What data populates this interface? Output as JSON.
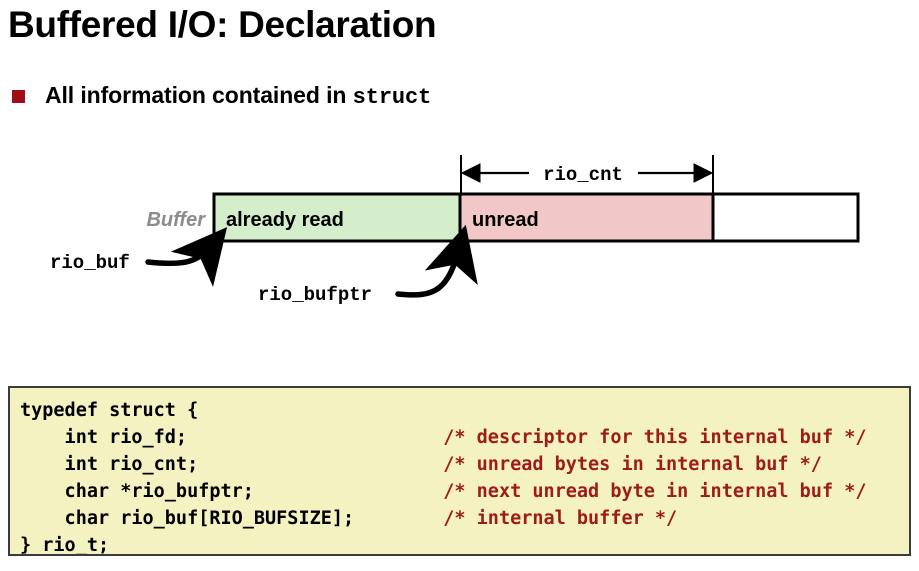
{
  "slide": {
    "title": "Buffered I/O: Declaration"
  },
  "bullet": {
    "marker": "square-bullet-icon",
    "text_before": "All information contained in ",
    "mono_word": "struct"
  },
  "diagram": {
    "buffer_label": "Buffer",
    "segments": [
      {
        "name": "already-read",
        "label": "already read",
        "color": "#d4edcb"
      },
      {
        "name": "unread",
        "label": "unread",
        "color": "#f2c7c7"
      },
      {
        "name": "free",
        "label": "",
        "color": "#ffffff"
      }
    ],
    "measure_label": "rio_cnt",
    "pointers": [
      {
        "name": "rio-buf-pointer",
        "label": "rio_buf"
      },
      {
        "name": "rio-bufptr-pointer",
        "label": "rio_bufptr"
      }
    ]
  },
  "code": {
    "background": "#f4f2c0",
    "comment_color": "#9e1b1b",
    "lines": [
      {
        "code": "typedef struct {",
        "comment": ""
      },
      {
        "code": "    int rio_fd;",
        "comment": "/* descriptor for this internal buf */"
      },
      {
        "code": "    int rio_cnt;",
        "comment": "/* unread bytes in internal buf */"
      },
      {
        "code": "    char *rio_bufptr;",
        "comment": "/* next unread byte in internal buf */"
      },
      {
        "code": "    char rio_buf[RIO_BUFSIZE];",
        "comment": "/* internal buffer */"
      },
      {
        "code": "} rio_t;",
        "comment": ""
      }
    ],
    "comment_column": 38
  }
}
